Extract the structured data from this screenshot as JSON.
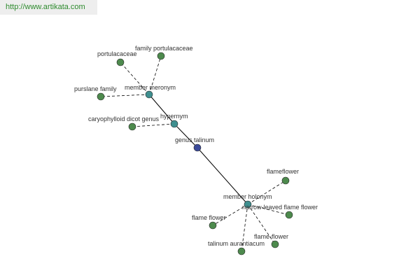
{
  "watermark": {
    "url": "http://www.artikata.com"
  },
  "colors": {
    "relation": "#3f8f8f",
    "leaf": "#4d8a4d",
    "center": "#3b4a99",
    "edge": "#000000",
    "watermark_text": "#2e8b2e",
    "watermark_bg": "#eeeeee"
  },
  "graph": {
    "nodes": [
      {
        "id": "genus_talinum",
        "label": "genus talinum",
        "kind": "center"
      },
      {
        "id": "hypernym",
        "label": "hypernym",
        "kind": "relation"
      },
      {
        "id": "caryophylloid_dicot_genus",
        "label": "caryophylloid dicot genus",
        "kind": "leaf"
      },
      {
        "id": "member_meronym",
        "label": "member meronym",
        "kind": "relation"
      },
      {
        "id": "family_portulacaceae",
        "label": "family portulacaceae",
        "kind": "leaf"
      },
      {
        "id": "portulacaceae",
        "label": "portulacaceae",
        "kind": "leaf"
      },
      {
        "id": "purslane_family",
        "label": "purslane family",
        "kind": "leaf"
      },
      {
        "id": "member_holonym",
        "label": "member holonym",
        "kind": "relation"
      },
      {
        "id": "flameflower",
        "label": "flameflower",
        "kind": "leaf"
      },
      {
        "id": "narrow_leaved_flame_flower",
        "label": "narrow-leaved flame flower",
        "kind": "leaf"
      },
      {
        "id": "flame_flower_hyphen",
        "label": "flame-flower",
        "kind": "leaf"
      },
      {
        "id": "talinum_aurantiacum",
        "label": "talinum aurantiacum",
        "kind": "leaf"
      },
      {
        "id": "flame_flower",
        "label": "flame flower",
        "kind": "leaf"
      }
    ],
    "edges": [
      {
        "from": "genus_talinum",
        "to": "hypernym",
        "style": "solid"
      },
      {
        "from": "hypernym",
        "to": "member_meronym",
        "style": "solid"
      },
      {
        "from": "genus_talinum",
        "to": "member_holonym",
        "style": "solid"
      },
      {
        "from": "hypernym",
        "to": "caryophylloid_dicot_genus",
        "style": "dashed"
      },
      {
        "from": "member_meronym",
        "to": "family_portulacaceae",
        "style": "dashed"
      },
      {
        "from": "member_meronym",
        "to": "portulacaceae",
        "style": "dashed"
      },
      {
        "from": "member_meronym",
        "to": "purslane_family",
        "style": "dashed"
      },
      {
        "from": "member_holonym",
        "to": "flameflower",
        "style": "dashed"
      },
      {
        "from": "member_holonym",
        "to": "narrow_leaved_flame_flower",
        "style": "dashed"
      },
      {
        "from": "member_holonym",
        "to": "flame_flower_hyphen",
        "style": "dashed"
      },
      {
        "from": "member_holonym",
        "to": "talinum_aurantiacum",
        "style": "dashed"
      },
      {
        "from": "member_holonym",
        "to": "flame_flower",
        "style": "dashed"
      }
    ]
  }
}
